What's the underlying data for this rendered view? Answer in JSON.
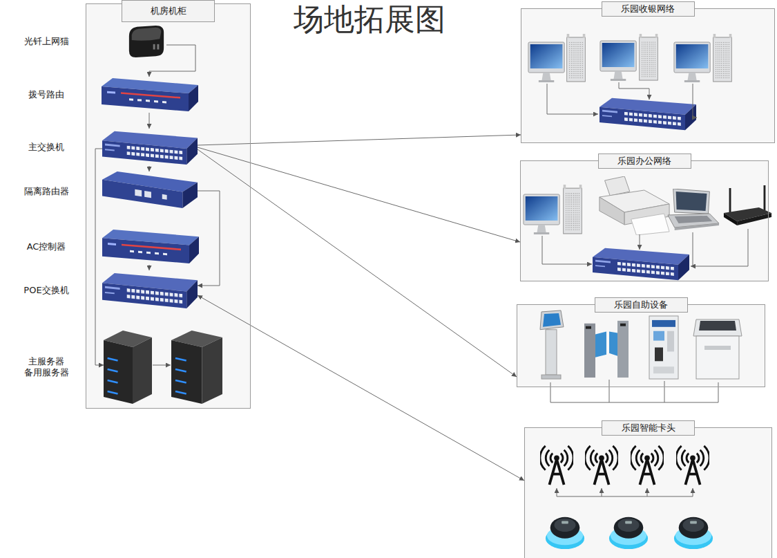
{
  "diagram": {
    "title": "场地拓展图",
    "nodes": [
      {
        "text": [
          "机房机柜"
        ]
      },
      {
        "text": [
          "光钎上网猫"
        ],
        "in": 0
      },
      {
        "text": [
          "拨号路由"
        ],
        "in": 0
      },
      {
        "text": [
          "主交换机"
        ],
        "in": 0
      },
      {
        "text": [
          "隔离路由器"
        ],
        "in": 0
      },
      {
        "text": [
          "AC控制器"
        ],
        "in": 0
      },
      {
        "text": [
          "POE交换机"
        ],
        "in": 0
      },
      {
        "text": [
          "主服务器 备用服务器"
        ],
        "in": 0
      },
      {
        "text": [
          "乐园收银网络"
        ]
      },
      {
        "text": [
          "乐园办公网络"
        ]
      },
      {
        "text": [
          "乐园自助设备"
        ]
      },
      {
        "text": [
          "乐园智能卡头"
        ]
      }
    ],
    "edges": [
      {
        "from": 1,
        "to": 2,
        "arrow": "to"
      },
      {
        "from": 2,
        "to": 3,
        "arrow": "to"
      },
      {
        "from": 3,
        "to": 4,
        "arrow": "to"
      },
      {
        "from": 4,
        "to": 6,
        "arrow": "to"
      },
      {
        "from": 5,
        "to": 6,
        "arrow": "to"
      },
      {
        "from": 3,
        "to": 7,
        "arrow": "to"
      },
      {
        "from": 3,
        "to": 8,
        "arrow": "to"
      },
      {
        "from": 3,
        "to": 9,
        "arrow": "to"
      },
      {
        "from": 3,
        "to": 10,
        "arrow": "to"
      },
      {
        "from": 6,
        "to": 11,
        "arrow": "both"
      }
    ]
  }
}
